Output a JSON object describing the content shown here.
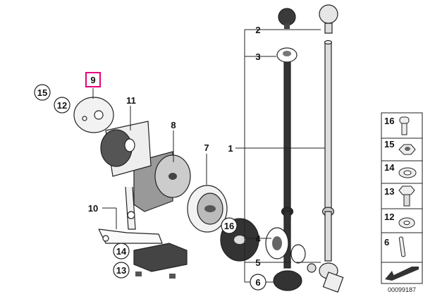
{
  "diagram": {
    "document_id": "00099187",
    "highlighted_callout": "9",
    "highlight_color": "#e6007e",
    "callouts": {
      "c1": "1",
      "c2": "2",
      "c3": "3",
      "c4": "4",
      "c5": "5",
      "c6": "6",
      "c8": "8",
      "c7": "7",
      "c9": "9",
      "c10": "10",
      "c11": "11",
      "c12": "12",
      "c13": "13",
      "c14": "14",
      "c15": "15",
      "c16": "16"
    },
    "legend": {
      "items": [
        {
          "label": "16",
          "icon": "screw-icon"
        },
        {
          "label": "15",
          "icon": "nut-icon"
        },
        {
          "label": "14",
          "icon": "washer-icon"
        },
        {
          "label": "13",
          "icon": "bolt-icon"
        },
        {
          "label": "12",
          "icon": "spring-washer-icon"
        },
        {
          "label": "6",
          "icon": "pin-icon"
        }
      ],
      "bottom_icon": "arrow-icon"
    }
  }
}
